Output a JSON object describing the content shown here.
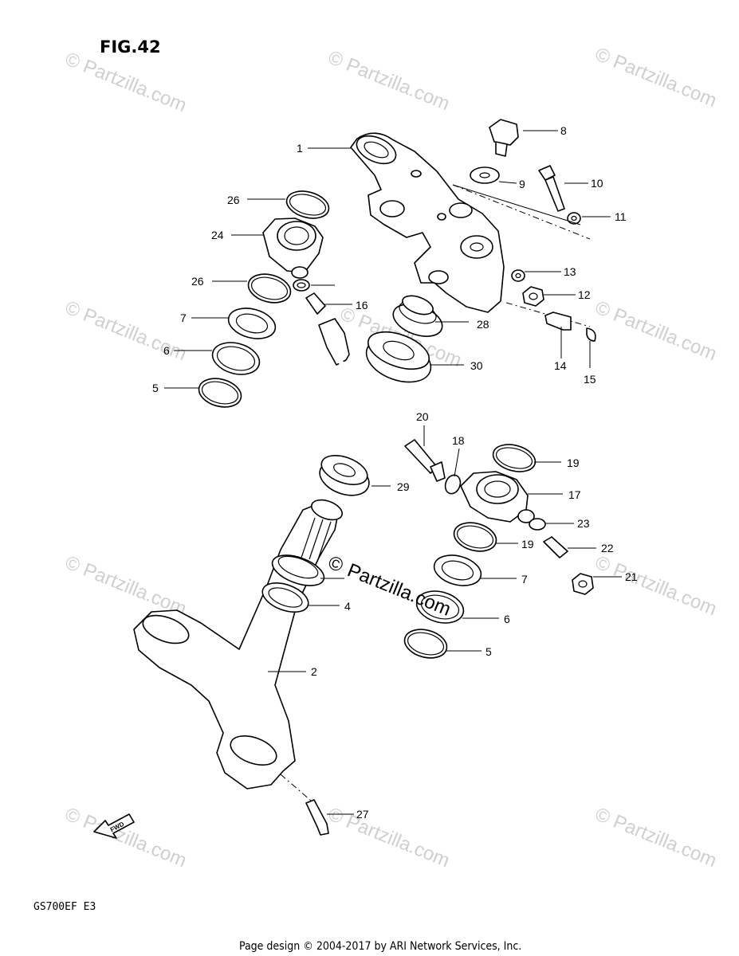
{
  "figure": {
    "title": "FIG.42",
    "model": "GS700EF  E3",
    "footer": "Page design © 2004-2017 by ARI Network Services, Inc.",
    "fwd_label": "FWD"
  },
  "watermark": {
    "text": "© Partzilla.com",
    "center_text": "Partzilla.com",
    "center_symbol": "©"
  },
  "callouts": {
    "p1": "1",
    "p2": "2",
    "p4": "4",
    "p5a": "5",
    "p5b": "5",
    "p6a": "6",
    "p6b": "6",
    "p7a": "7",
    "p7b": "7",
    "p8": "8",
    "p9": "9",
    "p10": "10",
    "p11": "11",
    "p12": "12",
    "p13": "13",
    "p14": "14",
    "p15": "15",
    "p16": "16",
    "p17": "17",
    "p18": "18",
    "p19a": "19",
    "p19b": "19",
    "p20": "20",
    "p21": "21",
    "p22": "22",
    "p23": "23",
    "p24": "24",
    "p26a": "26",
    "p26b": "26",
    "p27": "27",
    "p28": "28",
    "p29": "29",
    "p30": "30"
  }
}
